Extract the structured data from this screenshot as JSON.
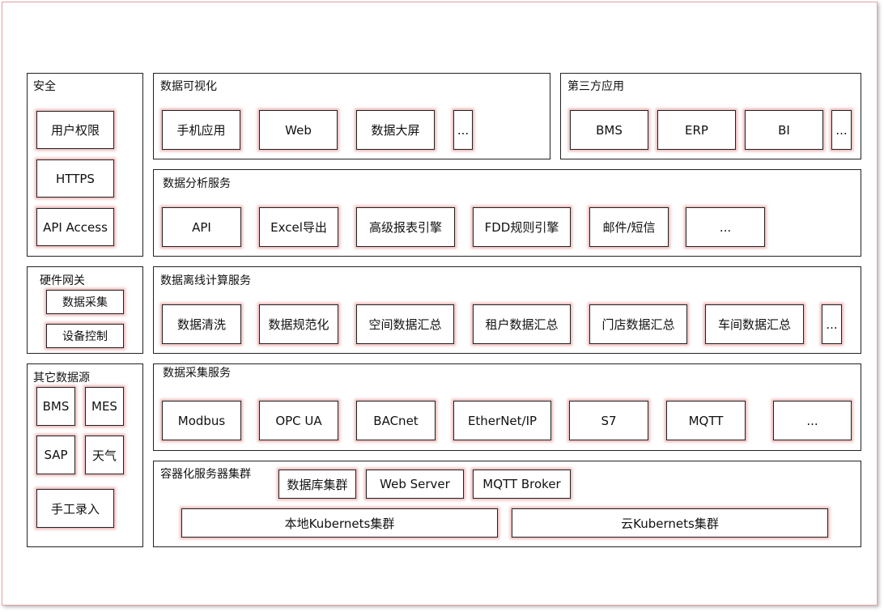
{
  "security": {
    "title": "安全",
    "items": [
      "用户权限",
      "HTTPS",
      "API Access"
    ]
  },
  "gateway": {
    "title": "硬件网关",
    "items": [
      "数据采集",
      "设备控制"
    ]
  },
  "other_sources": {
    "title": "其它数据源",
    "items": [
      "BMS",
      "MES",
      "SAP",
      "天气",
      "手工录入"
    ]
  },
  "visualization": {
    "title": "数据可视化",
    "items": [
      "手机应用",
      "Web",
      "数据大屏",
      "..."
    ]
  },
  "third_party": {
    "title": "第三方应用",
    "items": [
      "BMS",
      "ERP",
      "BI",
      "..."
    ]
  },
  "analysis": {
    "title": "数据分析服务",
    "items": [
      "API",
      "Excel导出",
      "高级报表引擎",
      "FDD规则引擎",
      "邮件/短信",
      "..."
    ]
  },
  "offline": {
    "title": "数据离线计算服务",
    "items": [
      "数据清洗",
      "数据规范化",
      "空间数据汇总",
      "租户数据汇总",
      "门店数据汇总",
      "车间数据汇总",
      "..."
    ]
  },
  "collection": {
    "title": "数据采集服务",
    "items": [
      "Modbus",
      "OPC UA",
      "BACnet",
      "EtherNet/IP",
      "S7",
      "MQTT",
      "..."
    ]
  },
  "cluster": {
    "title": "容器化服务器集群",
    "items": [
      "数据库集群",
      "Web Server",
      "MQTT Broker"
    ],
    "local": "本地Kubernets集群",
    "cloud": "云Kubernets集群"
  }
}
